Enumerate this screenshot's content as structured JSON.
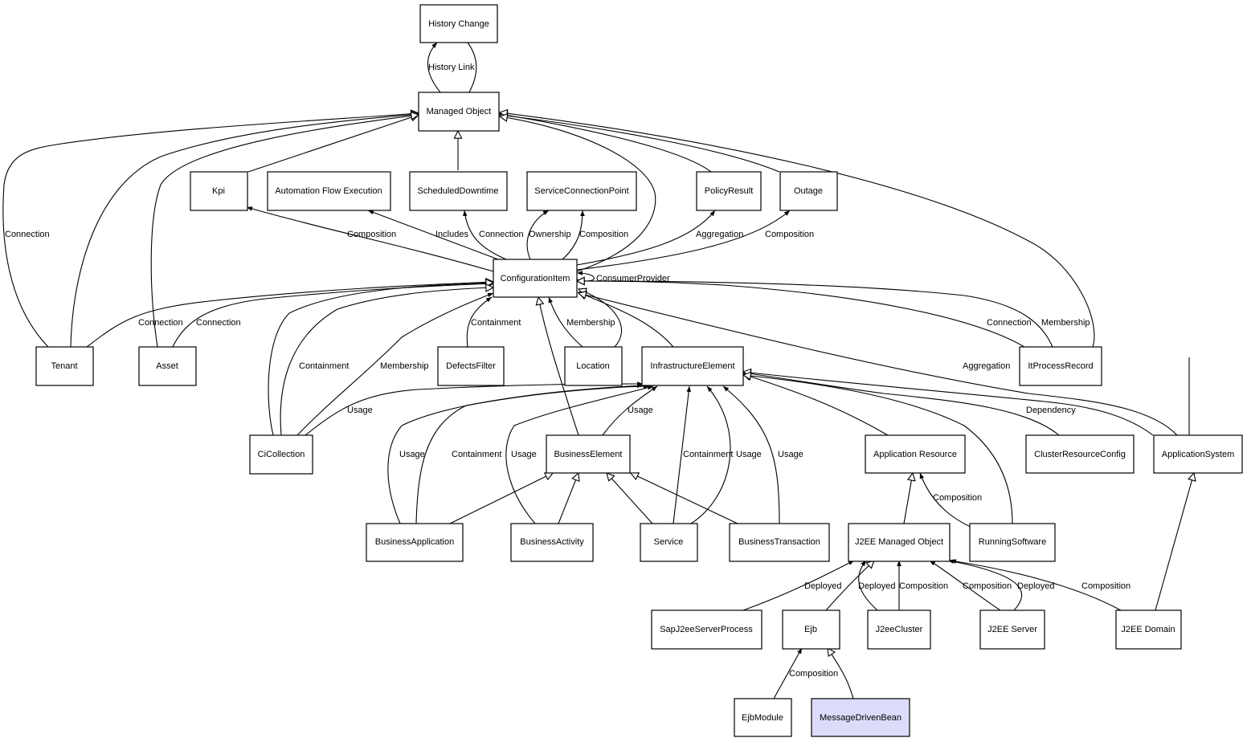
{
  "nodes": {
    "history_change": "History Change",
    "managed_object": "Managed Object",
    "kpi": "Kpi",
    "automation_flow_execution": "Automation Flow Execution",
    "scheduled_downtime": "ScheduledDowntime",
    "service_connection_point": "ServiceConnectionPoint",
    "policy_result": "PolicyResult",
    "outage": "Outage",
    "configuration_item": "ConfigurationItem",
    "tenant": "Tenant",
    "asset": "Asset",
    "defects_filter": "DefectsFilter",
    "location": "Location",
    "infrastructure_element": "InfrastructureElement",
    "it_process_record": "ItProcessRecord",
    "ci_collection": "CiCollection",
    "business_element": "BusinessElement",
    "application_resource": "Application Resource",
    "cluster_resource_config": "ClusterResourceConfig",
    "application_system": "ApplicationSystem",
    "business_application": "BusinessApplication",
    "business_activity": "BusinessActivity",
    "service": "Service",
    "business_transaction": "BusinessTransaction",
    "j2ee_managed_object": "J2EE Managed Object",
    "running_software": "RunningSoftware",
    "sap_j2ee_server_process": "SapJ2eeServerProcess",
    "ejb": "Ejb",
    "j2ee_cluster": "J2eeCluster",
    "j2ee_server": "J2EE Server",
    "j2ee_domain": "J2EE Domain",
    "ejb_module": "EjbModule",
    "message_driven_bean": "MessageDrivenBean"
  },
  "edge_labels": {
    "history_link": "History Link",
    "tenant_mo_connection": "Connection",
    "ci_kpi_composition": "Composition",
    "ci_afe_includes": "Includes",
    "ci_sd_connection": "Connection",
    "ci_scp_ownership": "Ownership",
    "ci_scp_composition": "Composition",
    "ci_policy_aggregation": "Aggregation",
    "ci_outage_composition": "Composition",
    "ci_self_consumer_provider": "ConsumerProvider",
    "tenant_ci_connection": "Connection",
    "asset_ci_connection": "Connection",
    "defects_ci_containment": "Containment",
    "location_ci_membership": "Membership",
    "itpr_ci_connection": "Connection",
    "itpr_ci_membership": "Membership",
    "appsys_ci_aggregation": "Aggregation",
    "cicoll_ci_containment": "Containment",
    "cicoll_ci_membership": "Membership",
    "cicoll_ie_usage": "Usage",
    "be_ie_usage": "Usage",
    "cluster_ie_dependency": "Dependency",
    "ba_ie_usage": "Usage",
    "ba_ie_containment": "Containment",
    "bact_ie_usage": "Usage",
    "svc_ie_containment": "Containment",
    "svc_ie_usage": "Usage",
    "bt_ie_usage": "Usage",
    "rs_ar_composition": "Composition",
    "sap_jmo_deployed": "Deployed",
    "cluster_jmo_deployed": "Deployed",
    "cluster_jmo_composition": "Composition",
    "server_jmo_composition": "Composition",
    "server_jmo_deployed": "Deployed",
    "domain_jmo_composition": "Composition",
    "module_ejb_composition": "Composition"
  },
  "colors": {
    "node_fill": "#ffffff",
    "highlight_fill": "#dcdcfa",
    "stroke": "#000000"
  }
}
